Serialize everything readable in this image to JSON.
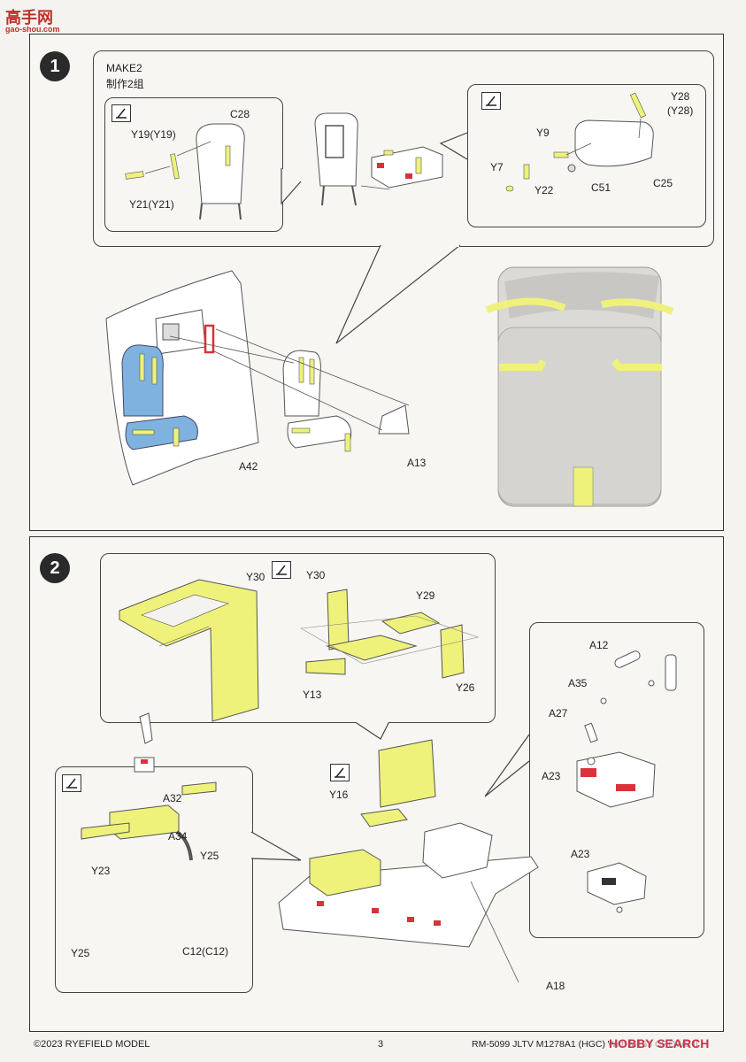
{
  "watermark_top": {
    "line1": "高手网",
    "line2": "gao-shou.com"
  },
  "step1": {
    "number": "1",
    "make_label": "MAKE2",
    "make_label_cn": "制作2组",
    "labels": {
      "c28": "C28",
      "y19": "Y19(Y19)",
      "y21": "Y21(Y21)",
      "y28": "Y28",
      "y28b": "(Y28)",
      "y9": "Y9",
      "y7": "Y7",
      "y22": "Y22",
      "c51": "C51",
      "c25": "C25",
      "a42": "A42",
      "a13": "A13"
    }
  },
  "step2": {
    "number": "2",
    "labels": {
      "y30a": "Y30",
      "y30b": "Y30",
      "y29": "Y29",
      "y13": "Y13",
      "y26": "Y26",
      "a12": "A12",
      "a35": "A35",
      "a27": "A27",
      "a23a": "A23",
      "a23b": "A23",
      "a32": "A32",
      "a34": "A34",
      "y25a": "Y25",
      "y23": "Y23",
      "y25b": "Y25",
      "c12": "C12(C12)",
      "y16": "Y16",
      "a18": "A18"
    }
  },
  "footer": {
    "copyright": "©2023 RYEFIELD MODEL",
    "page": "3",
    "product": "RM-5099 JLTV M1278A1 (HGC) With M153 CROWS II"
  },
  "watermark_bottom": "HOBBY SEARCH",
  "colors": {
    "photoetch": "#eef27a",
    "blue": "#7fb2df",
    "red": "#d8323a",
    "grey": "#dcdad7"
  }
}
